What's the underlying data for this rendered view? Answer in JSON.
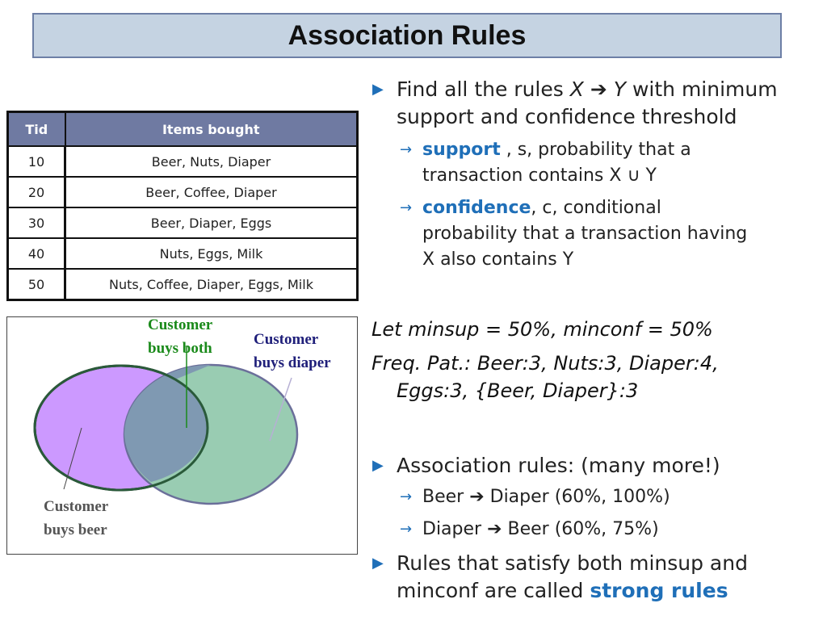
{
  "title": "Association Rules",
  "table": {
    "headers": [
      "Tid",
      "Items bought"
    ],
    "rows": [
      [
        "10",
        "Beer, Nuts, Diaper"
      ],
      [
        "20",
        "Beer, Coffee, Diaper"
      ],
      [
        "30",
        "Beer, Diaper, Eggs"
      ],
      [
        "40",
        "Nuts, Eggs, Milk"
      ],
      [
        "50",
        "Nuts, Coffee, Diaper, Eggs, Milk"
      ]
    ]
  },
  "venn": {
    "both_line1": "Customer",
    "both_line2": "buys both",
    "diaper_line1": "Customer",
    "diaper_line2": "buys diaper",
    "beer_line1": "Customer",
    "beer_line2": "buys beer",
    "colors": {
      "beer": "#cc99ff",
      "diaper": "#99ccb2",
      "overlap": "#7f99b2",
      "both_label": "#1a8a1a",
      "diaper_label": "#1f1f7a",
      "beer_label": "#555555"
    }
  },
  "bullets": {
    "b1_prefix": "Find all the rules ",
    "b1_x": "X",
    "b1_arrow": "➔",
    "b1_y": "Y",
    "b1_line1_rest": " with minimum",
    "b1_line2": "support and confidence threshold",
    "s1_kw": "support",
    "s1_rest": " , s, probability that a",
    "s1_line2": "transaction contains X ∪ Y",
    "s2_kw": "confidence",
    "s2_rest": ", c, conditional",
    "s2_line2": "probability that a transaction having",
    "s2_line3": "X also contains Y",
    "let_line": "Let  minsup = 50%, minconf = 50%",
    "freq_line1": "Freq. Pat.: Beer:3, Nuts:3, Diaper:4,",
    "freq_line2": "Eggs:3, {Beer, Diaper}:3",
    "b2": "Association rules: (many more!)",
    "r1": "Beer ➔ Diaper  (60%, 100%)",
    "r2": "Diaper ➔ Beer  (60%, 75%)",
    "b3_line1": "Rules that satisfy both minsup and",
    "b3_line2_prefix": "minconf are called ",
    "b3_kw": "strong rules"
  }
}
